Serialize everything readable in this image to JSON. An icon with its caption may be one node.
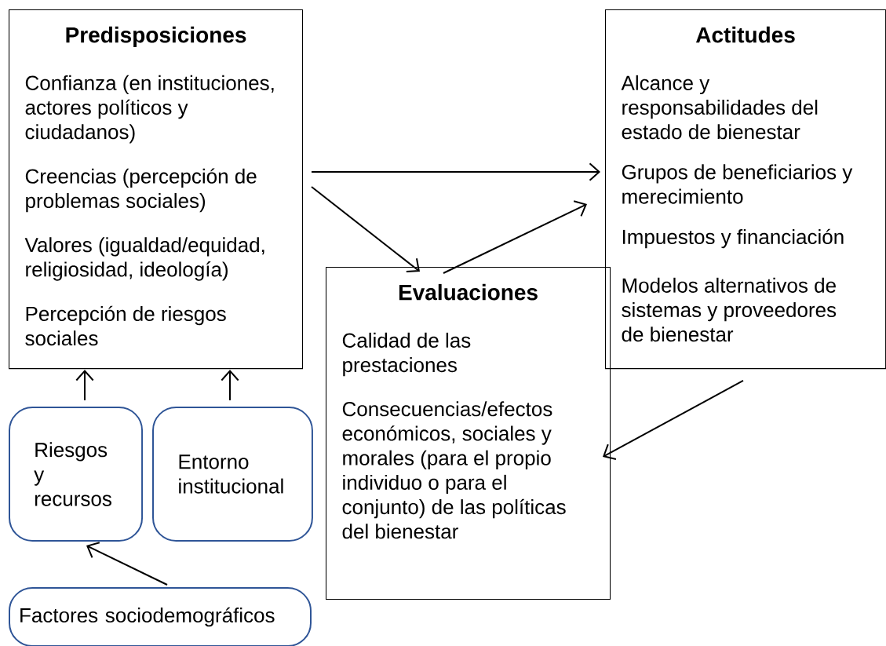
{
  "diagram": {
    "nodes": [
      {
        "text": [
          "Predisposiciones",
          "Confianza (en instituciones, actores políticos y ciudadanos)",
          "Creencias (percepción de problemas sociales)",
          "Valores (igualdad/equidad, religiosidad, ideología)",
          "Percepción de riesgos sociales"
        ]
      },
      {
        "text": [
          "Actitudes",
          "Alcance y responsabilidades del estado de bienestar",
          "Grupos de beneficiarios y merecimiento",
          "Impuestos y financiación",
          "Modelos alternativos de sistemas y proveedores de bienestar"
        ]
      },
      {
        "text": [
          "Evaluaciones",
          "Calidad de las prestaciones",
          "Consecuencias/efectos económicos, sociales y morales (para el propio individuo o para el conjunto) de las políticas del bienestar"
        ]
      },
      {
        "text": [
          "Riesgos y recursos"
        ]
      },
      {
        "text": [
          "Entorno institucional"
        ]
      },
      {
        "text": [
          "Factores sociodemográficos"
        ]
      }
    ],
    "edges": [
      {
        "from": 0,
        "to": 1,
        "arrow": "to"
      },
      {
        "from": 0,
        "to": 2,
        "arrow": "to"
      },
      {
        "from": 2,
        "to": 1,
        "arrow": "to"
      },
      {
        "from": 1,
        "to": 2,
        "arrow": "to"
      },
      {
        "from": 3,
        "to": 0,
        "arrow": "to"
      },
      {
        "from": 4,
        "to": 0,
        "arrow": "to"
      },
      {
        "from": 5,
        "to": 3,
        "arrow": "to"
      }
    ]
  }
}
